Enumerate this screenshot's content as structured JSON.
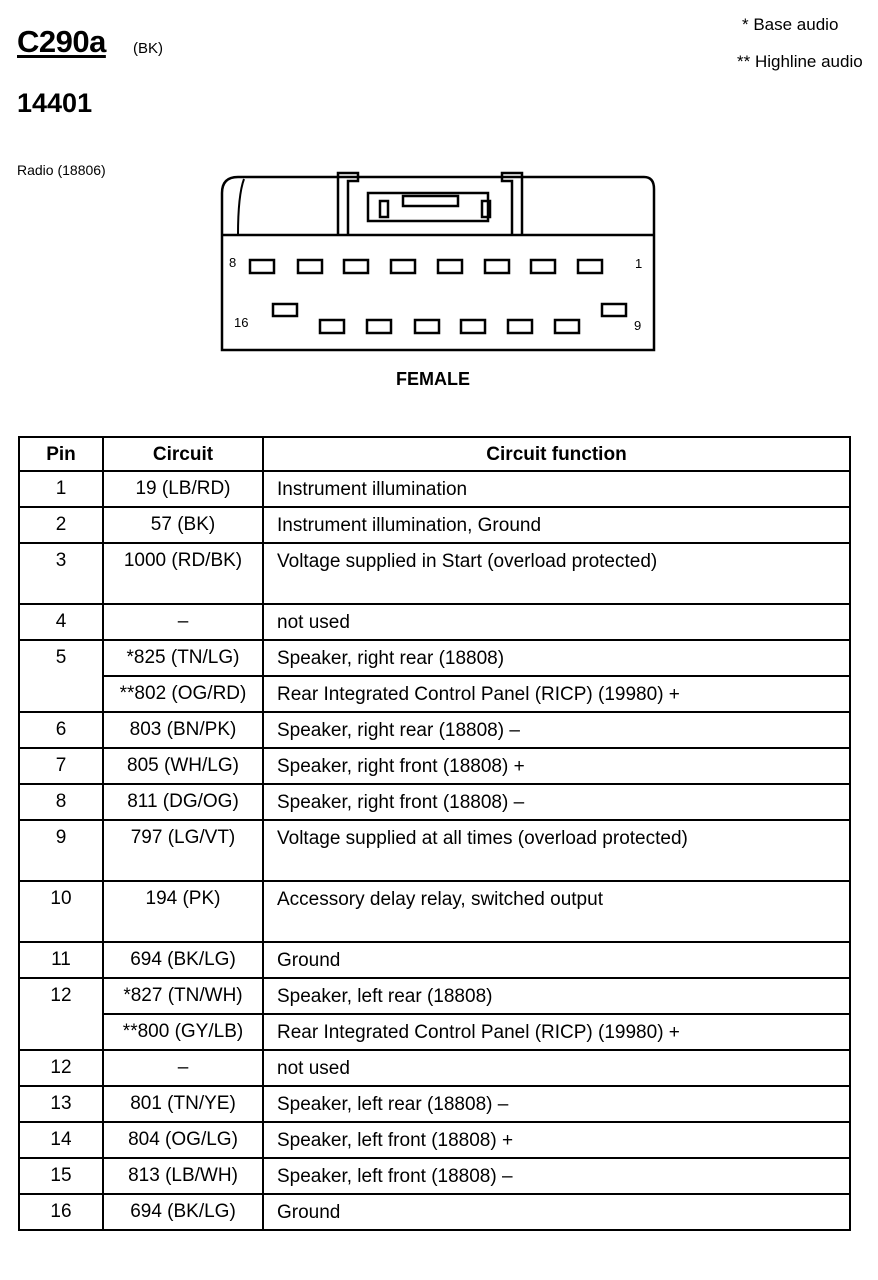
{
  "header": {
    "connector_id": "C290a",
    "connector_color": "(BK)",
    "part_number": "14401",
    "component": "Radio (18806)",
    "view": "FEMALE"
  },
  "legend": {
    "base": "* Base audio",
    "highline": "** Highline audio"
  },
  "connector": {
    "top_left_pin": "8",
    "top_right_pin": "1",
    "bottom_left_pin": "16",
    "bottom_right_pin": "9"
  },
  "table": {
    "headers": {
      "pin": "Pin",
      "circuit": "Circuit",
      "function": "Circuit function"
    },
    "rows": [
      {
        "pin": "1",
        "circuit": "19 (LB/RD)",
        "function": "Instrument illumination"
      },
      {
        "pin": "2",
        "circuit": "57 (BK)",
        "function": "Instrument illumination, Ground"
      },
      {
        "pin": "3",
        "circuit": "1000 (RD/BK)",
        "function": "Voltage supplied in Start (overload protected)"
      },
      {
        "pin": "4",
        "circuit": "–",
        "function": "not used"
      },
      {
        "pin": "5",
        "circuit": "*825 (TN/LG)",
        "function": "Speaker, right rear (18808)"
      },
      {
        "pin": "",
        "circuit": "**802 (OG/RD)",
        "function": "Rear Integrated Control Panel (RICP) (19980) +"
      },
      {
        "pin": "6",
        "circuit": "803 (BN/PK)",
        "function": "Speaker, right rear (18808) –"
      },
      {
        "pin": "7",
        "circuit": "805 (WH/LG)",
        "function": "Speaker, right front (18808) +"
      },
      {
        "pin": "8",
        "circuit": "811 (DG/OG)",
        "function": "Speaker, right front (18808) –"
      },
      {
        "pin": "9",
        "circuit": "797 (LG/VT)",
        "function": "Voltage supplied at all times (overload protected)"
      },
      {
        "pin": "10",
        "circuit": "194 (PK)",
        "function": "Accessory delay relay, switched output"
      },
      {
        "pin": "11",
        "circuit": "694 (BK/LG)",
        "function": "Ground"
      },
      {
        "pin": "12",
        "circuit": "*827 (TN/WH)",
        "function": "Speaker, left rear (18808)"
      },
      {
        "pin": "",
        "circuit": "**800 (GY/LB)",
        "function": "Rear Integrated Control Panel (RICP) (19980) +"
      },
      {
        "pin": "12",
        "circuit": "–",
        "function": "not used"
      },
      {
        "pin": "13",
        "circuit": "801 (TN/YE)",
        "function": "Speaker, left rear (18808) –"
      },
      {
        "pin": "14",
        "circuit": "804 (OG/LG)",
        "function": "Speaker, left front (18808) +"
      },
      {
        "pin": "15",
        "circuit": "813 (LB/WH)",
        "function": "Speaker, left front (18808) –"
      },
      {
        "pin": "16",
        "circuit": "694 (BK/LG)",
        "function": "Ground"
      }
    ]
  }
}
